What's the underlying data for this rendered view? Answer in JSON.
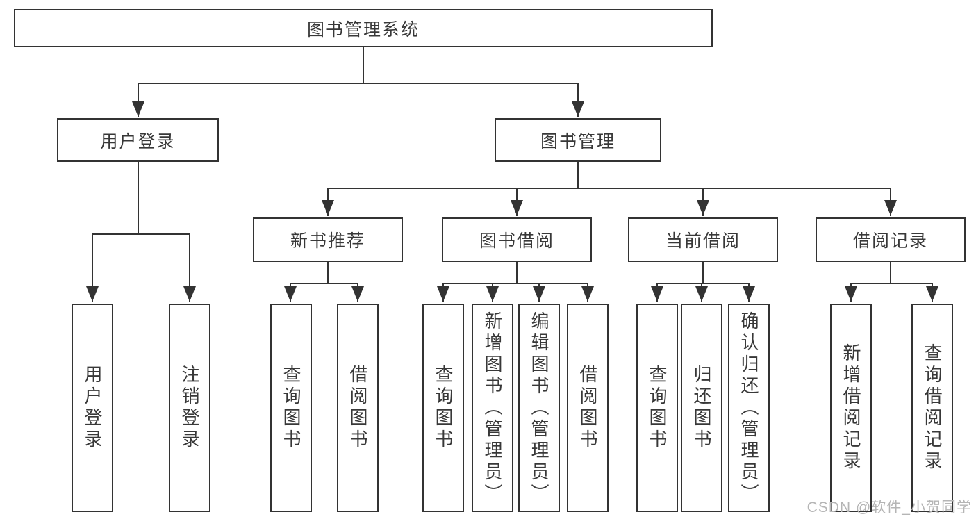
{
  "diagram_title": "图书管理系统",
  "nodes": {
    "root": "图书管理系统",
    "l2": [
      "用户登录",
      "图书管理"
    ],
    "l3": [
      "新书推荐",
      "图书借阅",
      "当前借阅",
      "借阅记录"
    ],
    "l4": [
      "用户登录",
      "注销登录",
      "查询图书",
      "借阅图书",
      "查询图书",
      "新增图书（管理员）",
      "编辑图书（管理员）",
      "借阅图书",
      "查询图书",
      "归还图书",
      "确认归还（管理员）",
      "新增借阅记录",
      "查询借阅记录"
    ]
  },
  "watermark": {
    "text": "CSDN @软件_小贺同学",
    "color": "#b5b5b5"
  },
  "colors": {
    "line": "#333333",
    "box_border": "#333333",
    "text": "#383838",
    "background": "#ffffff"
  }
}
